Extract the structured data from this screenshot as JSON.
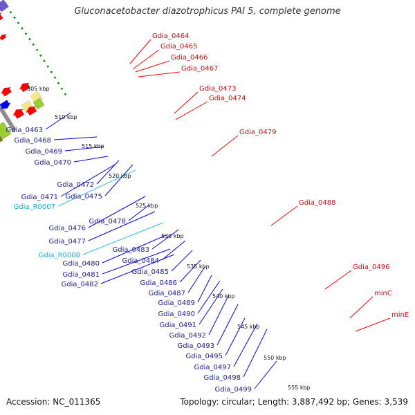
{
  "title": "Gluconacetobacter diazotrophicus PAI 5, complete genome",
  "footer": {
    "accession": "Accession: NC_011365",
    "topology": "Topology: circular; Length: 3,887,492 bp; Genes: 3,539"
  },
  "colors": {
    "backbone": "#8c8c8c",
    "cds_forward": "#ff0000",
    "cds_reverse": "#0000ff",
    "rna_label": "#33bbee",
    "gc_skew": "#008800",
    "feature_palette": [
      "#ff0000",
      "#0000ff",
      "#ff69b4",
      "#c0c0c0",
      "#9acd32",
      "#2ecc40",
      "#808000",
      "#00ced1",
      "#ff8c00",
      "#6a5acd",
      "#f0e68c",
      "#4682b4"
    ]
  },
  "scale_kbp": [
    "505 kbp",
    "510 kbp",
    "515 kbp",
    "520 kbp",
    "525 kbp",
    "530 kbp",
    "535 kbp",
    "540 kbp",
    "545 kbp",
    "550 kbp",
    "555 kbp"
  ],
  "labels_forward": [
    "Gdia_0464",
    "Gdia_0465",
    "Gdia_0466",
    "Gdia_0467",
    "Gdia_0473",
    "Gdia_0474",
    "Gdia_0479",
    "Gdia_0488",
    "Gdia_0496",
    "minC",
    "minE"
  ],
  "labels_reverse": [
    "Gdia_0463",
    "Gdia_0468",
    "Gdia_0469",
    "Gdia_0470",
    "Gdia_0472",
    "Gdia_0471",
    "Gdia_0475",
    "Gdia_R0007",
    "Gdia_0476",
    "Gdia_0478",
    "Gdia_0477",
    "Gdia_R0008",
    "Gdia_0483",
    "Gdia_0480",
    "Gdia_0484",
    "Gdia_0481",
    "Gdia_0485",
    "Gdia_0482",
    "Gdia_0486",
    "Gdia_0487",
    "Gdia_0489",
    "Gdia_0490",
    "Gdia_0491",
    "Gdia_0492",
    "Gdia_0493",
    "Gdia_0495",
    "Gdia_0497",
    "Gdia_0498",
    "Gdia_0499"
  ],
  "rna_genes": [
    "Gdia_R0007",
    "Gdia_R0008"
  ]
}
